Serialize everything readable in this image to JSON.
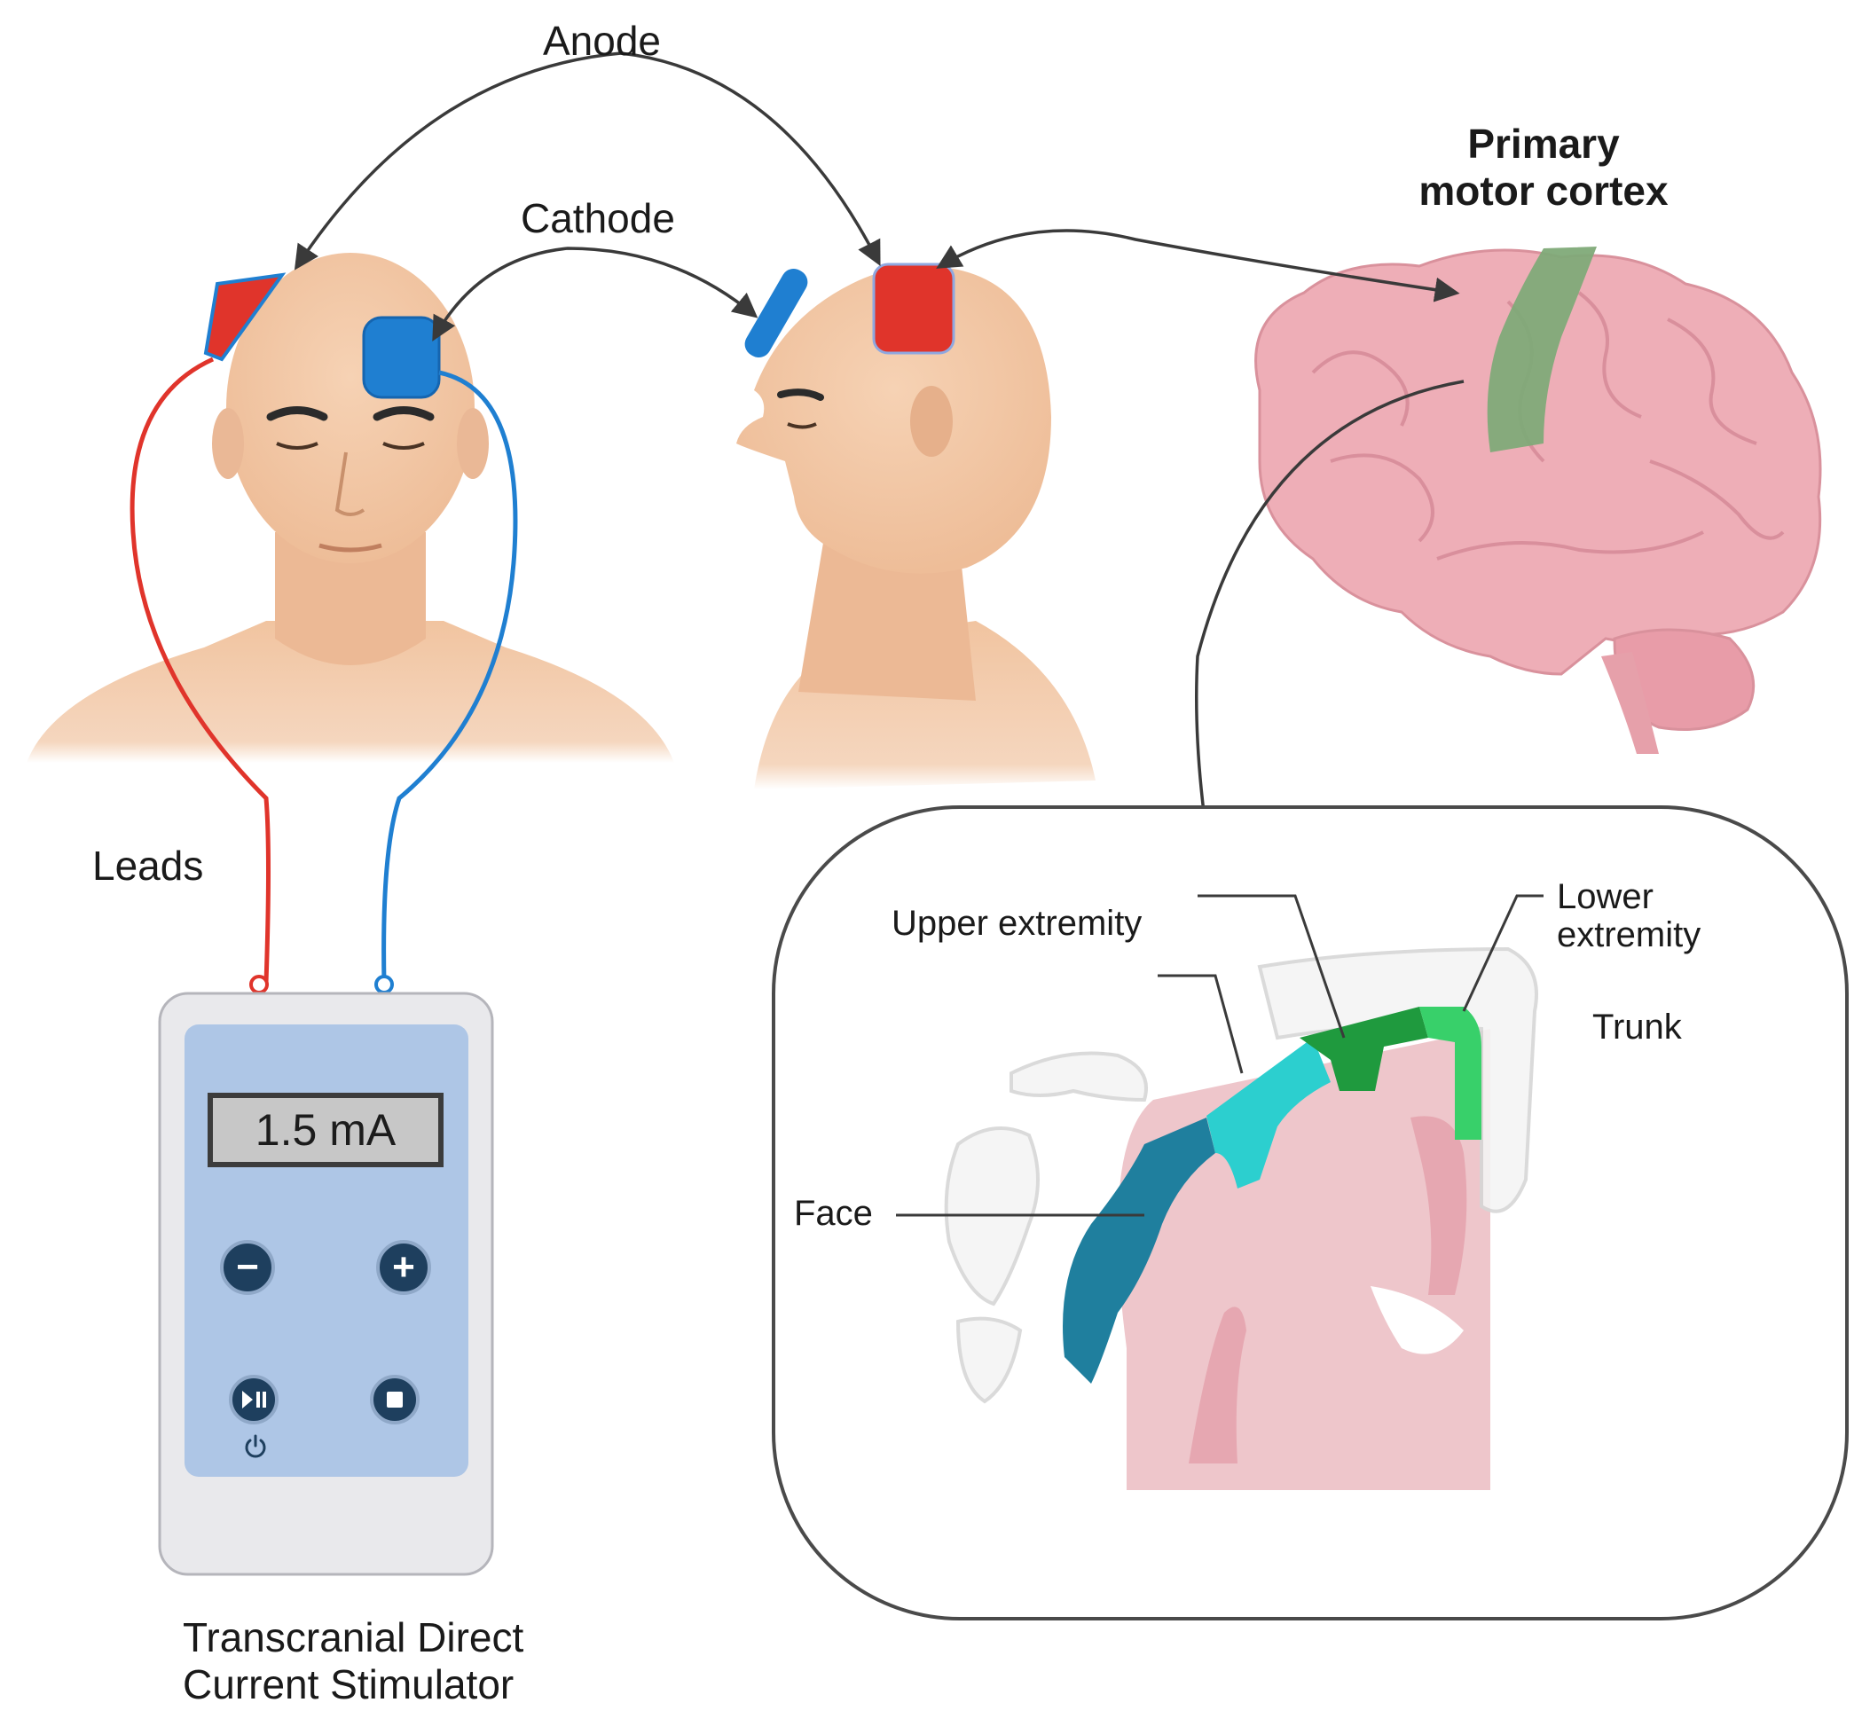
{
  "labels": {
    "anode": "Anode",
    "cathode": "Cathode",
    "primary_motor_cortex_line1": "Primary",
    "primary_motor_cortex_line2": "motor cortex",
    "leads": "Leads",
    "device_line1": "Transcranial Direct",
    "device_line2": "Current Stimulator",
    "upper_extremity": "Upper extremity",
    "lower_extremity_line1": "Lower",
    "lower_extremity_line2": "extremity",
    "trunk": "Trunk",
    "face": "Face"
  },
  "device": {
    "display_value": "1.5 mA",
    "buttons": {
      "minus": "−",
      "plus": "+"
    }
  },
  "colors": {
    "anode_red": "#e0342b",
    "cathode_blue": "#1f7fd1",
    "skin": "#f3c9a7",
    "brain_pink": "#eeaeb7",
    "motor_strip_green": "#7faa78",
    "device_screen_blue": "#aec6e6",
    "face_teal": "#1f7f9e",
    "upper_cyan": "#2ccfcf",
    "trunk_green": "#1f9a3e",
    "lower_green": "#38d06a"
  },
  "icons": [
    "minus-icon",
    "plus-icon",
    "play-pause-icon",
    "stop-icon",
    "power-icon"
  ]
}
